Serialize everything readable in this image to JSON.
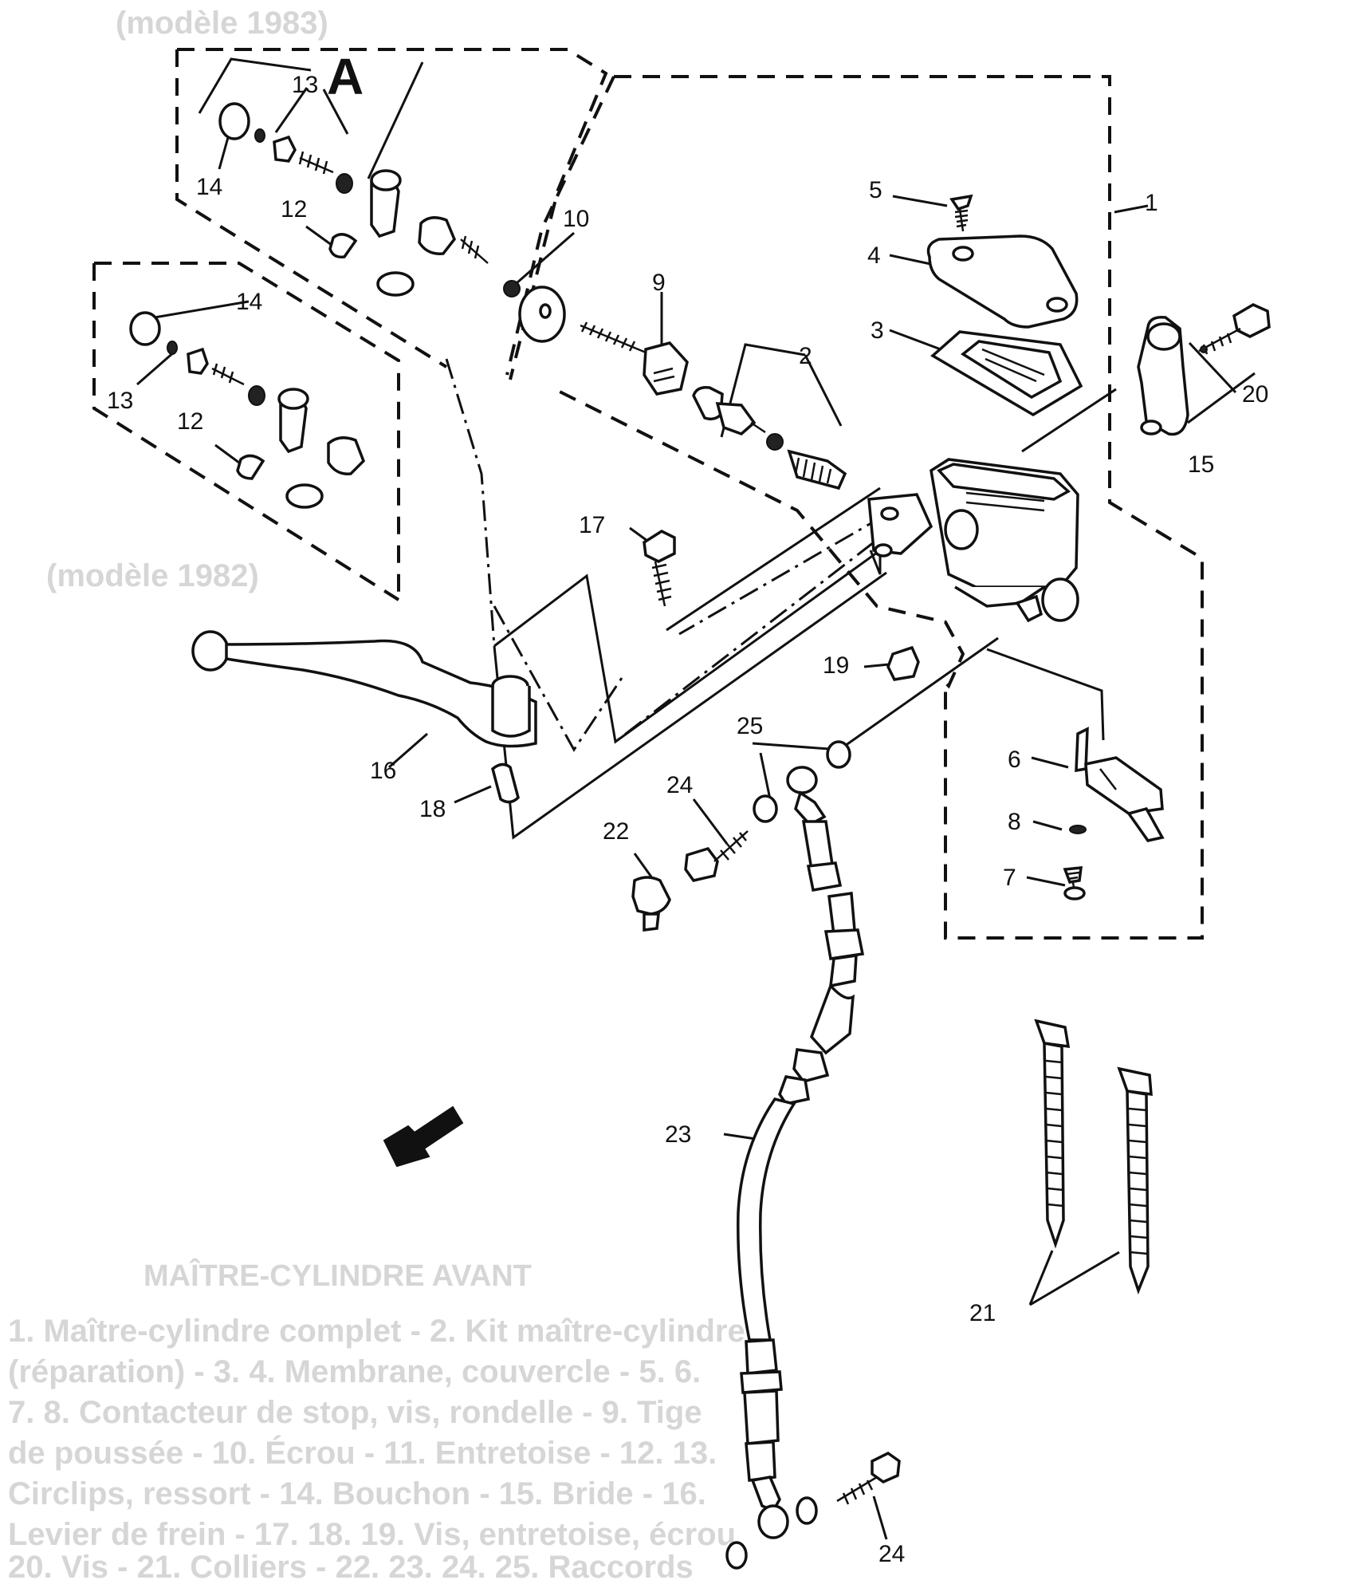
{
  "figure": {
    "detail_letter": "A",
    "callouts": {
      "c1": "1",
      "c2": "2",
      "c3": "3",
      "c4": "4",
      "c5": "5",
      "c6": "6",
      "c7": "7",
      "c8": "8",
      "c9": "9",
      "c10": "10",
      "c12a": "12",
      "c12b": "12",
      "c13a": "13",
      "c13b": "13",
      "c14a": "14",
      "c14b": "14",
      "c15": "15",
      "c16": "16",
      "c17": "17",
      "c18": "18",
      "c19": "19",
      "c20": "20",
      "c21": "21",
      "c22": "22",
      "c23": "23",
      "c24a": "24",
      "c24b": "24",
      "c25": "25"
    }
  },
  "faded_text": {
    "top_label": "(modèle 1983)",
    "mid_label": "(modèle 1982)",
    "caption_title": "MAÎTRE-CYLINDRE AVANT",
    "caption_lines": [
      "1. Maître-cylindre complet - 2. Kit maître-cylindre",
      "(réparation) - 3. 4. Membrane, couvercle - 5. 6.",
      "7. 8. Contacteur de stop, vis, rondelle - 9. Tige",
      "de poussée - 10. Écrou - 11. Entretoise - 12. 13.",
      "Circlips, ressort - 14. Bouchon - 15. Bride - 16.",
      "Levier de frein - 17. 18. 19. Vis, entretoise, écrou",
      "20. Vis - 21. Colliers - 22. 23. 24. 25. Raccords"
    ]
  }
}
